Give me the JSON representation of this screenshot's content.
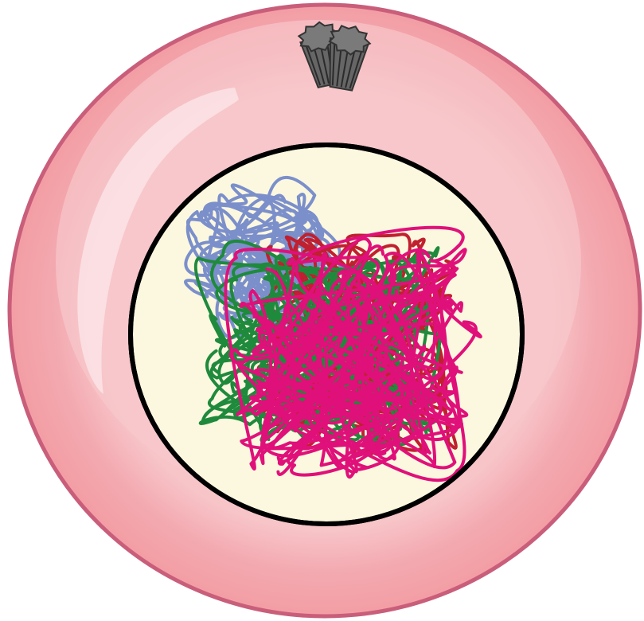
{
  "diagram": {
    "subject": "cell-interphase-illustration",
    "cell": {
      "membrane_color": "#C95E7B",
      "cytoplasm_color": "#F39DA4",
      "inner_cytoplasm_color": "#F7C4C8",
      "highlight_color": "#FCE3E6"
    },
    "nucleus": {
      "fill_color": "#FCF8DF",
      "envelope_color": "#000000"
    },
    "centrosome": {
      "color": "#666666"
    },
    "chromatin": [
      {
        "color": "#7B8FCB",
        "strands": 9
      },
      {
        "color": "#C0202F",
        "strands": 12
      },
      {
        "color": "#1F8A3C",
        "strands": 12
      },
      {
        "color": "#E0107A",
        "strands": 14
      }
    ]
  }
}
